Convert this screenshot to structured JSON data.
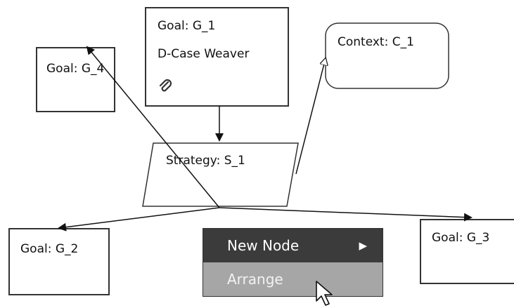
{
  "nodes": {
    "goal_g1": {
      "label": "Goal: G_1",
      "sublabel": "D-Case Weaver",
      "attachment_icon": "paperclip-icon"
    },
    "goal_g4": {
      "label": "Goal: G_4"
    },
    "context_c1": {
      "label": "Context: C_1"
    },
    "strategy_s1": {
      "label": "Strategy: S_1"
    },
    "goal_g2": {
      "label": "Goal: G_2"
    },
    "goal_g3": {
      "label": "Goal: G_3"
    }
  },
  "context_menu": {
    "items": [
      {
        "label": "New Node",
        "submenu_icon": "triangle-right-icon",
        "state": "normal"
      },
      {
        "label": "Arrange",
        "state": "hovered"
      }
    ]
  },
  "cursor_icon": "mouse-pointer-icon",
  "colors": {
    "menu_dark": "#3b3b3b",
    "menu_hover": "#a6a6a6",
    "stroke": "#111111"
  }
}
